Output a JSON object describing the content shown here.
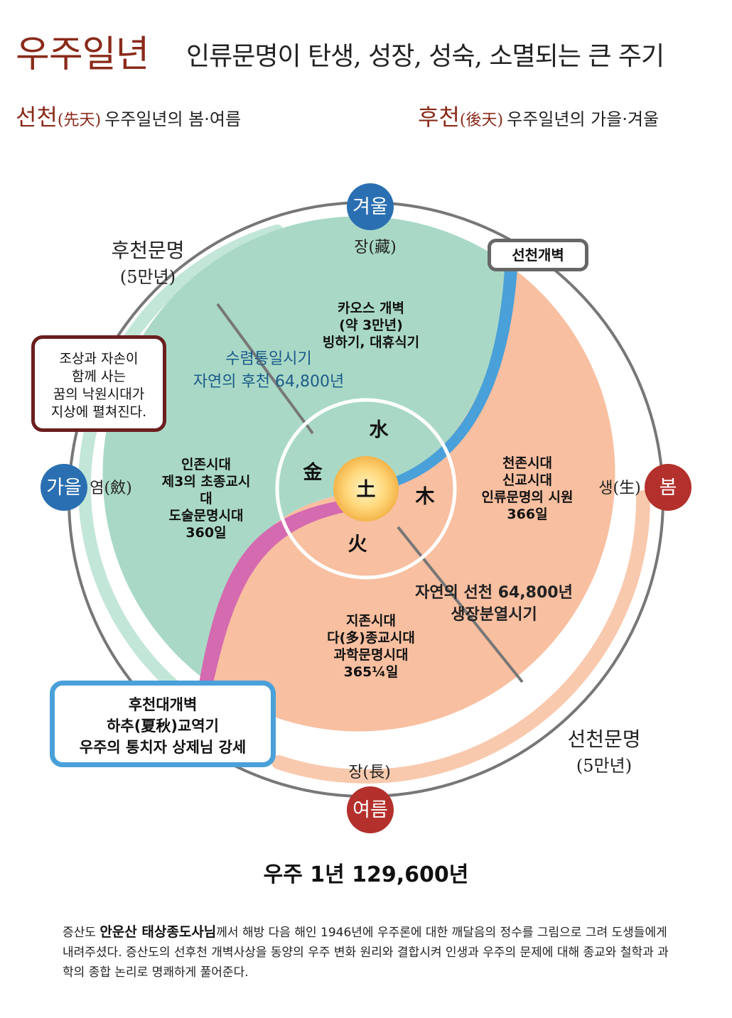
{
  "header": {
    "title": "우주일년",
    "subtitle": "인류문명이 탄생, 성장, 성숙, 소멸되는 큰 주기"
  },
  "eras": {
    "seoncheon": {
      "name": "선천",
      "hanja": "(先天)",
      "desc": "우주일년의 봄·여름"
    },
    "hucheon": {
      "name": "후천",
      "hanja": "(後天)",
      "desc": "우주일년의 가을·겨울"
    }
  },
  "seasons": {
    "winter": "겨울",
    "spring": "봄",
    "summer": "여름",
    "autumn": "가을"
  },
  "phases": {
    "top": "장(藏)",
    "right": "생(生)",
    "bottom": "장(長)",
    "left": "염(斂)"
  },
  "civilizations": {
    "hucheon_title": "후천문명",
    "hucheon_years": "(5만년)",
    "seoncheon_title": "선천문명",
    "seoncheon_years": "(5만년)"
  },
  "elements": {
    "center": "土",
    "top": "水",
    "left": "金",
    "right": "木",
    "bottom": "火"
  },
  "chaos": [
    "카오스 개벽",
    "(약 3만년)",
    "빙하기, 대휴식기"
  ],
  "nature_hucheon": [
    "수렴통일시기",
    "자연의 후천 64,800년"
  ],
  "nature_seoncheon": [
    "자연의 선천 64,800년",
    "생장분열시기"
  ],
  "injon": [
    "인존시대",
    "제3의 초종교시",
    "대",
    "도술문명시대",
    "360일"
  ],
  "cheonjon": [
    "천존시대",
    "신교시대",
    "인류문명의 시원",
    "366일"
  ],
  "jijon": [
    "지존시대",
    "다(多)종교시대",
    "과학문명시대",
    "365¼일"
  ],
  "boxes": {
    "ancestors": [
      "조상과 자손이",
      "함께 사는",
      "꿈의 낙원시대가",
      "지상에 펼쳐진다."
    ],
    "seoncheon_gaebyeok": "선천개벽",
    "hucheon_gaebyeok": [
      "후천대개벽",
      "하추(夏秋)교역기",
      "우주의 통치자 상제님 강세"
    ]
  },
  "total": "우주 1년 129,600년",
  "footer": {
    "pre": "증산도 ",
    "name": "안운산 태상종도사님",
    "post": "께서 해방 다음 해인 1946년에 우주론에 대한 깨달음의 정수를 그림으로 그려 도생들에게 내려주셨다. 증산도의 선후천 개벽사상을 동양의 우주 변화 원리와 결합시켜 인생과 우주의 문제에 대해 종교와 철학과 과학의 종합 논리로 명쾌하게 풀어준다."
  },
  "colors": {
    "title": "#8a2a1a",
    "green": "#a9d9c6",
    "salmon": "#f8bfa0",
    "blue_band": "#4aa0d8",
    "pink_band": "#d46ab0",
    "winter_circle": "#2a6fb2",
    "spring_circle": "#b3302c",
    "nature_hucheon_text": "#1c5a8a"
  }
}
